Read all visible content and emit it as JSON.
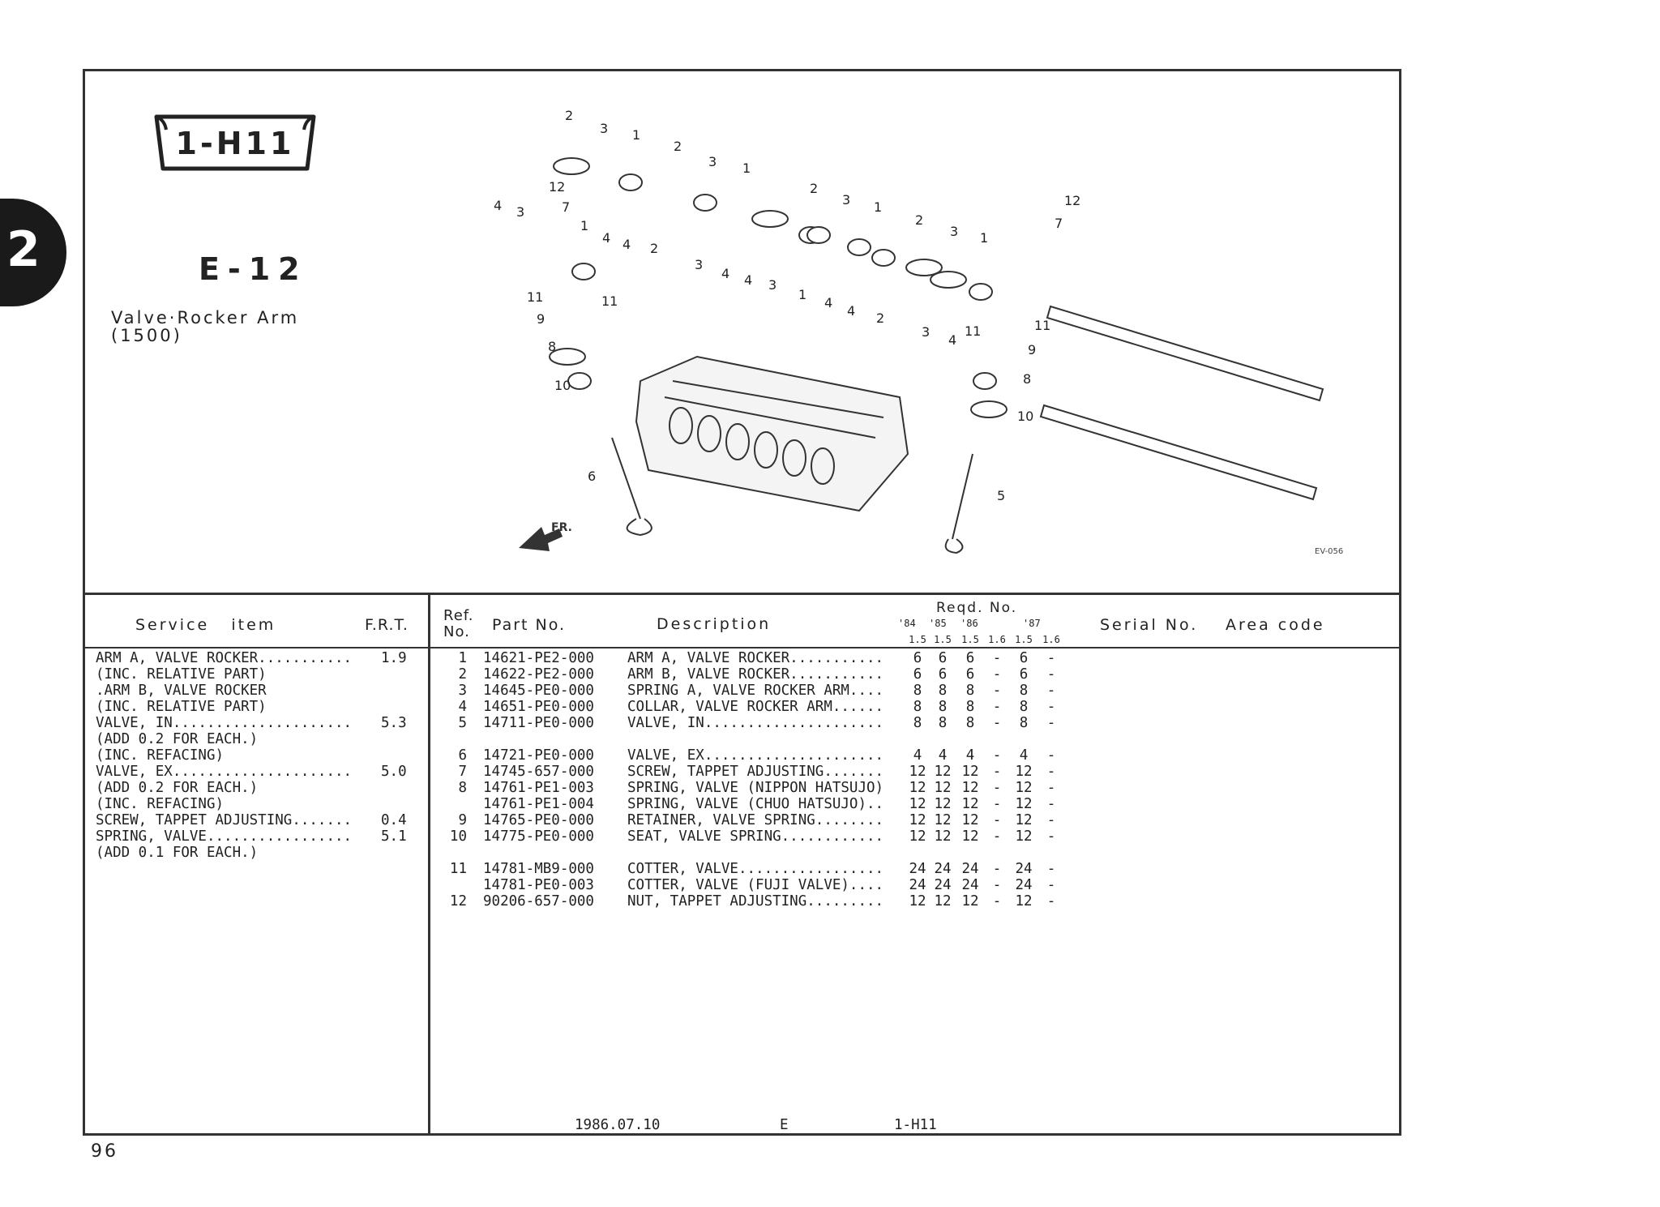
{
  "section_tab": "2",
  "group_code": "1-H11",
  "figure_no": "E-12",
  "title_line1": "Valve·Rocker Arm",
  "title_line2": "(1500)",
  "diagram": {
    "code": "EV-056",
    "front_label": "FR.",
    "callouts": [
      "2",
      "3",
      "1",
      "2",
      "3",
      "1",
      "12",
      "7",
      "4",
      "3",
      "1",
      "4",
      "4",
      "2",
      "3",
      "4",
      "4",
      "3",
      "1",
      "4",
      "4",
      "2",
      "3",
      "4",
      "2",
      "3",
      "1",
      "2",
      "3",
      "1",
      "12",
      "7",
      "11",
      "11",
      "9",
      "8",
      "10",
      "11",
      "11",
      "9",
      "8",
      "10",
      "6",
      "5"
    ]
  },
  "service_table": {
    "header_item": "Service   item",
    "header_frt": "F.R.T.",
    "rows": [
      {
        "text": "ARM A, VALVE ROCKER...........",
        "frt": "1.9"
      },
      {
        "text": "(INC. RELATIVE PART)",
        "frt": ""
      },
      {
        "text": ".ARM B, VALVE ROCKER",
        "frt": ""
      },
      {
        "text": "(INC. RELATIVE PART)",
        "frt": ""
      },
      {
        "text": "VALVE, IN.....................",
        "frt": "5.3"
      },
      {
        "text": "(ADD 0.2 FOR EACH.)",
        "frt": ""
      },
      {
        "text": "(INC. REFACING)",
        "frt": ""
      },
      {
        "text": "VALVE, EX.....................",
        "frt": "5.0"
      },
      {
        "text": "(ADD 0.2 FOR EACH.)",
        "frt": ""
      },
      {
        "text": "(INC. REFACING)",
        "frt": ""
      },
      {
        "text": "SCREW, TAPPET ADJUSTING.......",
        "frt": "0.4"
      },
      {
        "text": "SPRING, VALVE.................",
        "frt": "5.1"
      },
      {
        "text": "(ADD 0.1 FOR EACH.)",
        "frt": ""
      }
    ]
  },
  "parts_table": {
    "header_ref": "Ref.\nNo.",
    "header_part": "Part No.",
    "header_desc": "Description",
    "header_reqd": "Reqd. No.",
    "years": [
      "'84",
      "'85",
      "'86",
      "'87"
    ],
    "engines": [
      "1.5",
      "1.5",
      "1.5",
      "1.6",
      "1.5",
      "1.6"
    ],
    "header_serial": "Serial No.",
    "header_area": "Area code",
    "rows": [
      {
        "ref": "1",
        "part": "14621-PE2-000",
        "desc": "ARM A, VALVE ROCKER...........",
        "qty": [
          "6",
          "6",
          "6",
          "-",
          "6",
          "-"
        ]
      },
      {
        "ref": "2",
        "part": "14622-PE2-000",
        "desc": "ARM B, VALVE ROCKER...........",
        "qty": [
          "6",
          "6",
          "6",
          "-",
          "6",
          "-"
        ]
      },
      {
        "ref": "3",
        "part": "14645-PE0-000",
        "desc": "SPRING A, VALVE ROCKER ARM....",
        "qty": [
          "8",
          "8",
          "8",
          "-",
          "8",
          "-"
        ]
      },
      {
        "ref": "4",
        "part": "14651-PE0-000",
        "desc": "COLLAR, VALVE ROCKER ARM......",
        "qty": [
          "8",
          "8",
          "8",
          "-",
          "8",
          "-"
        ]
      },
      {
        "ref": "5",
        "part": "14711-PE0-000",
        "desc": "VALVE, IN.....................",
        "qty": [
          "8",
          "8",
          "8",
          "-",
          "8",
          "-"
        ]
      },
      {
        "ref": "6",
        "part": "14721-PE0-000",
        "desc": "VALVE, EX.....................",
        "qty": [
          "4",
          "4",
          "4",
          "-",
          "4",
          "-"
        ]
      },
      {
        "ref": "7",
        "part": "14745-657-000",
        "desc": "SCREW, TAPPET ADJUSTING.......",
        "qty": [
          "12",
          "12",
          "12",
          "-",
          "12",
          "-"
        ]
      },
      {
        "ref": "8",
        "part": "14761-PE1-003",
        "desc": "SPRING, VALVE (NIPPON HATSUJO)",
        "qty": [
          "12",
          "12",
          "12",
          "-",
          "12",
          "-"
        ]
      },
      {
        "ref": "",
        "part": "14761-PE1-004",
        "desc": "SPRING, VALVE (CHUO HATSUJO)..",
        "qty": [
          "12",
          "12",
          "12",
          "-",
          "12",
          "-"
        ]
      },
      {
        "ref": "9",
        "part": "14765-PE0-000",
        "desc": "RETAINER, VALVE SPRING........",
        "qty": [
          "12",
          "12",
          "12",
          "-",
          "12",
          "-"
        ]
      },
      {
        "ref": "10",
        "part": "14775-PE0-000",
        "desc": "SEAT, VALVE SPRING............",
        "qty": [
          "12",
          "12",
          "12",
          "-",
          "12",
          "-"
        ]
      },
      {
        "ref": "11",
        "part": "14781-MB9-000",
        "desc": "COTTER, VALVE.................",
        "qty": [
          "24",
          "24",
          "24",
          "-",
          "24",
          "-"
        ]
      },
      {
        "ref": "",
        "part": "14781-PE0-003",
        "desc": "COTTER, VALVE (FUJI VALVE)....",
        "qty": [
          "24",
          "24",
          "24",
          "-",
          "24",
          "-"
        ]
      },
      {
        "ref": "12",
        "part": "90206-657-000",
        "desc": "NUT, TAPPET ADJUSTING.........",
        "qty": [
          "12",
          "12",
          "12",
          "-",
          "12",
          "-"
        ]
      }
    ]
  },
  "footer": {
    "date": "1986.07.10",
    "region": "E",
    "group": "1-H11"
  },
  "page_number": "96"
}
